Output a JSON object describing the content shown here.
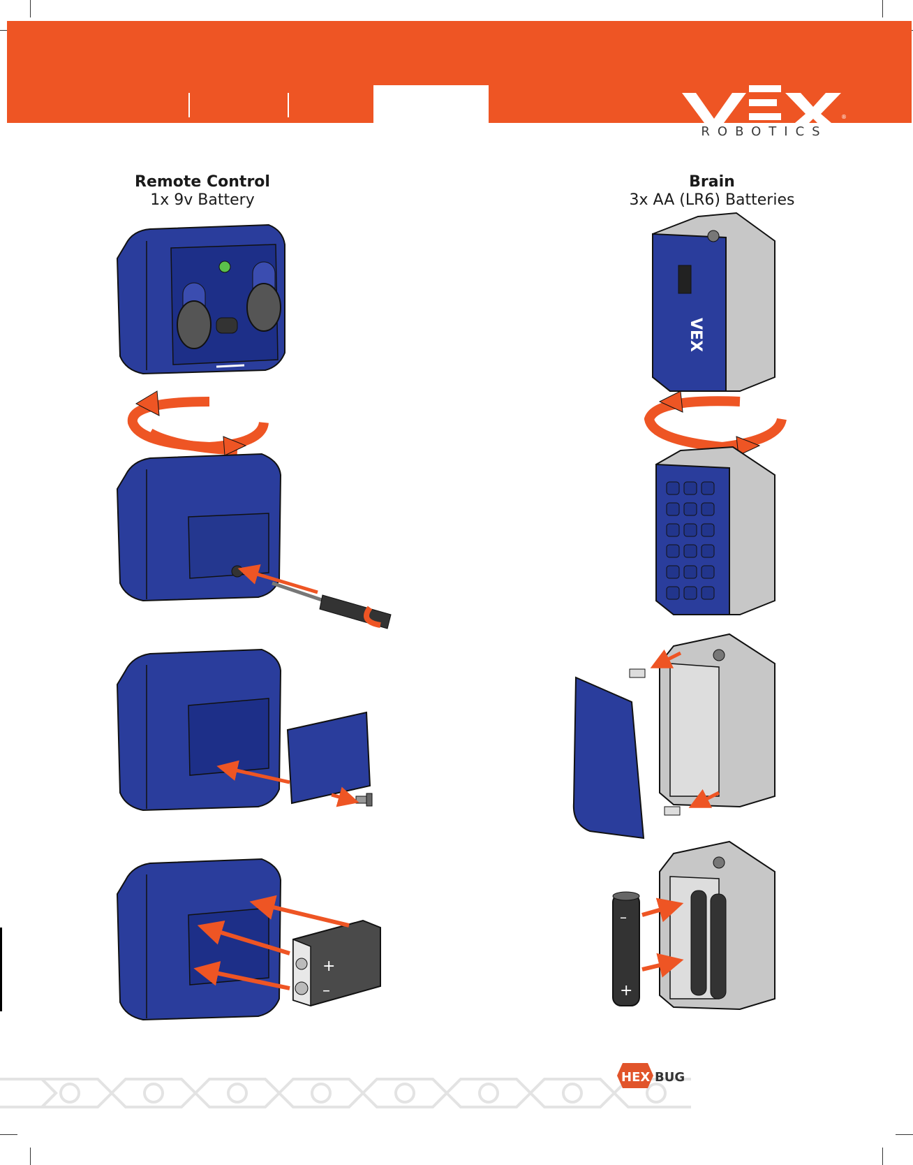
{
  "brand": {
    "logo_text": "VEX",
    "logo_sub": "ROBOTICS",
    "accent": "#ee5524",
    "product_blue": "#2a3d9c",
    "footer_brand": "HEXBUG"
  },
  "sections": [
    {
      "title": "Remote Control",
      "subtitle": "1x 9v Battery"
    },
    {
      "title": "Brain",
      "subtitle": "3x AA (LR6) Batteries"
    }
  ],
  "battery_9v": {
    "pos_symbol": "+",
    "neg_symbol": "–"
  },
  "battery_aa": {
    "pos_symbol": "+",
    "neg_symbol": "–"
  }
}
